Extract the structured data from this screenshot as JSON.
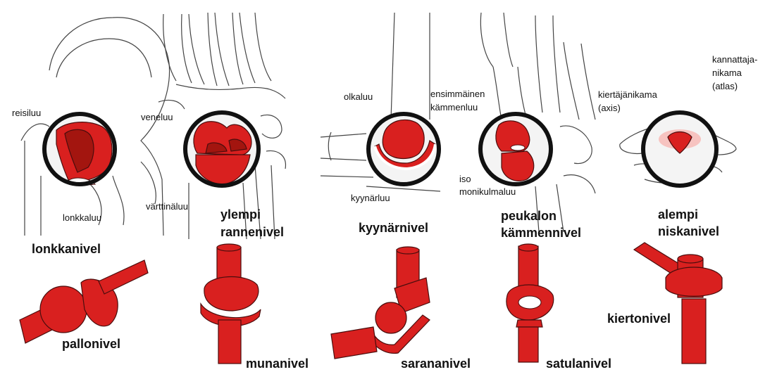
{
  "colors": {
    "joint_red": "#d9201f",
    "joint_dark": "#a3150f",
    "outline": "#111111",
    "bone_line": "#444444"
  },
  "labels": {
    "reisiluu": "reisiluu",
    "lonkkaluu": "lonkkaluu",
    "lonkkanivel": "lonkkanivel",
    "pallonivel": "pallonivel",
    "veneluu": "veneluu",
    "varttinaluu": "värttinäluu",
    "ylempi_1": "ylempi",
    "ylempi_2": "rannenivel",
    "munanivel": "munanivel",
    "olkaluu": "olkaluu",
    "kyynarluu": "kyynärluu",
    "kyynarnivel": "kyynärnivel",
    "sarananivel": "sarananivel",
    "ensimmainen_1": "ensimmäinen",
    "ensimmainen_2": "kämmenluu",
    "iso_1": "iso",
    "iso_2": "monikulmaluu",
    "peukalon_1": "peukalon",
    "peukalon_2": "kämmennivel",
    "satulanivel": "satulanivel",
    "kiertajanikama_1": "kiertäjänikama",
    "kiertajanikama_2": "(axis)",
    "kannattaja_1": "kannattaja-",
    "kannattaja_2": "nikama",
    "kannattaja_3": "(atlas)",
    "alempi_1": "alempi",
    "alempi_2": "niskanivel",
    "kiertonivel": "kiertonivel"
  }
}
